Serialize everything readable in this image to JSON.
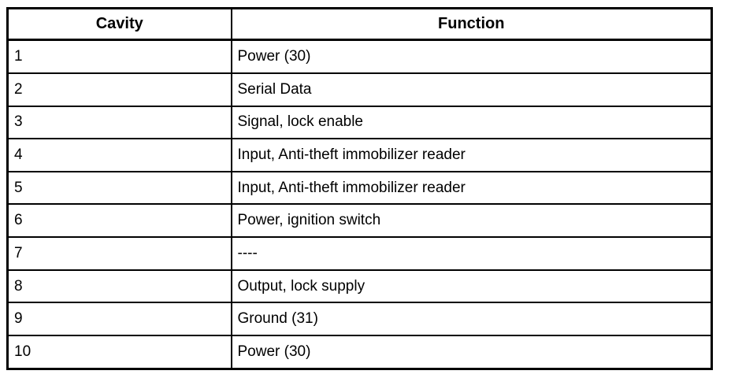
{
  "colors": {
    "border": "#000000",
    "background": "#ffffff",
    "text": "#000000"
  },
  "table": {
    "headers": {
      "cavity": "Cavity",
      "function": "Function"
    },
    "rows": [
      {
        "cavity": "1",
        "function": "Power (30)"
      },
      {
        "cavity": "2",
        "function": "Serial Data"
      },
      {
        "cavity": "3",
        "function": "Signal, lock enable"
      },
      {
        "cavity": "4",
        "function": "Input, Anti-theft immobilizer reader"
      },
      {
        "cavity": "5",
        "function": "Input, Anti-theft immobilizer reader"
      },
      {
        "cavity": "6",
        "function": "Power, ignition switch"
      },
      {
        "cavity": "7",
        "function": "----"
      },
      {
        "cavity": "8",
        "function": "Output, lock supply"
      },
      {
        "cavity": "9",
        "function": "Ground (31)"
      },
      {
        "cavity": "10",
        "function": "Power (30)"
      }
    ]
  }
}
